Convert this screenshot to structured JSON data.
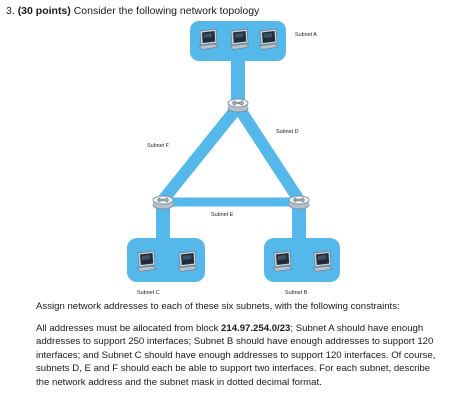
{
  "question": {
    "number": "3.",
    "points": "(30 points)",
    "prompt": "Consider the following network topology"
  },
  "diagram": {
    "subnet_labels": {
      "a": "Subnet A",
      "b": "Subnet B",
      "c": "Subnet C",
      "d": "Subnet D",
      "e": "Subnet E",
      "f": "Subnet F"
    },
    "colors": {
      "link": "#55b8ea",
      "router_body": "#dde3ea",
      "router_border": "#7a8794",
      "screen": "#1f2d3a",
      "monitor": "#c9d1d9"
    },
    "icons": [
      "router-icon",
      "computer-icon"
    ]
  },
  "instructions": {
    "paragraph1": "Assign network addresses to each of these six subnets, with the following constraints:",
    "p2_before_bold": "All addresses must be allocated from block ",
    "p2_bold": "214.97.254.0/23",
    "p2_after_bold": "; Subnet A should have enough addresses to support 250 interfaces; Subnet B should have enough addresses to support 120 interfaces; and Subnet C should have enough addresses to support 120 interfaces. Of course, subnets D, E and F should each be able to support two interfaces. For each subnet, describe the network address and the subnet mask in dotted decimal format."
  }
}
